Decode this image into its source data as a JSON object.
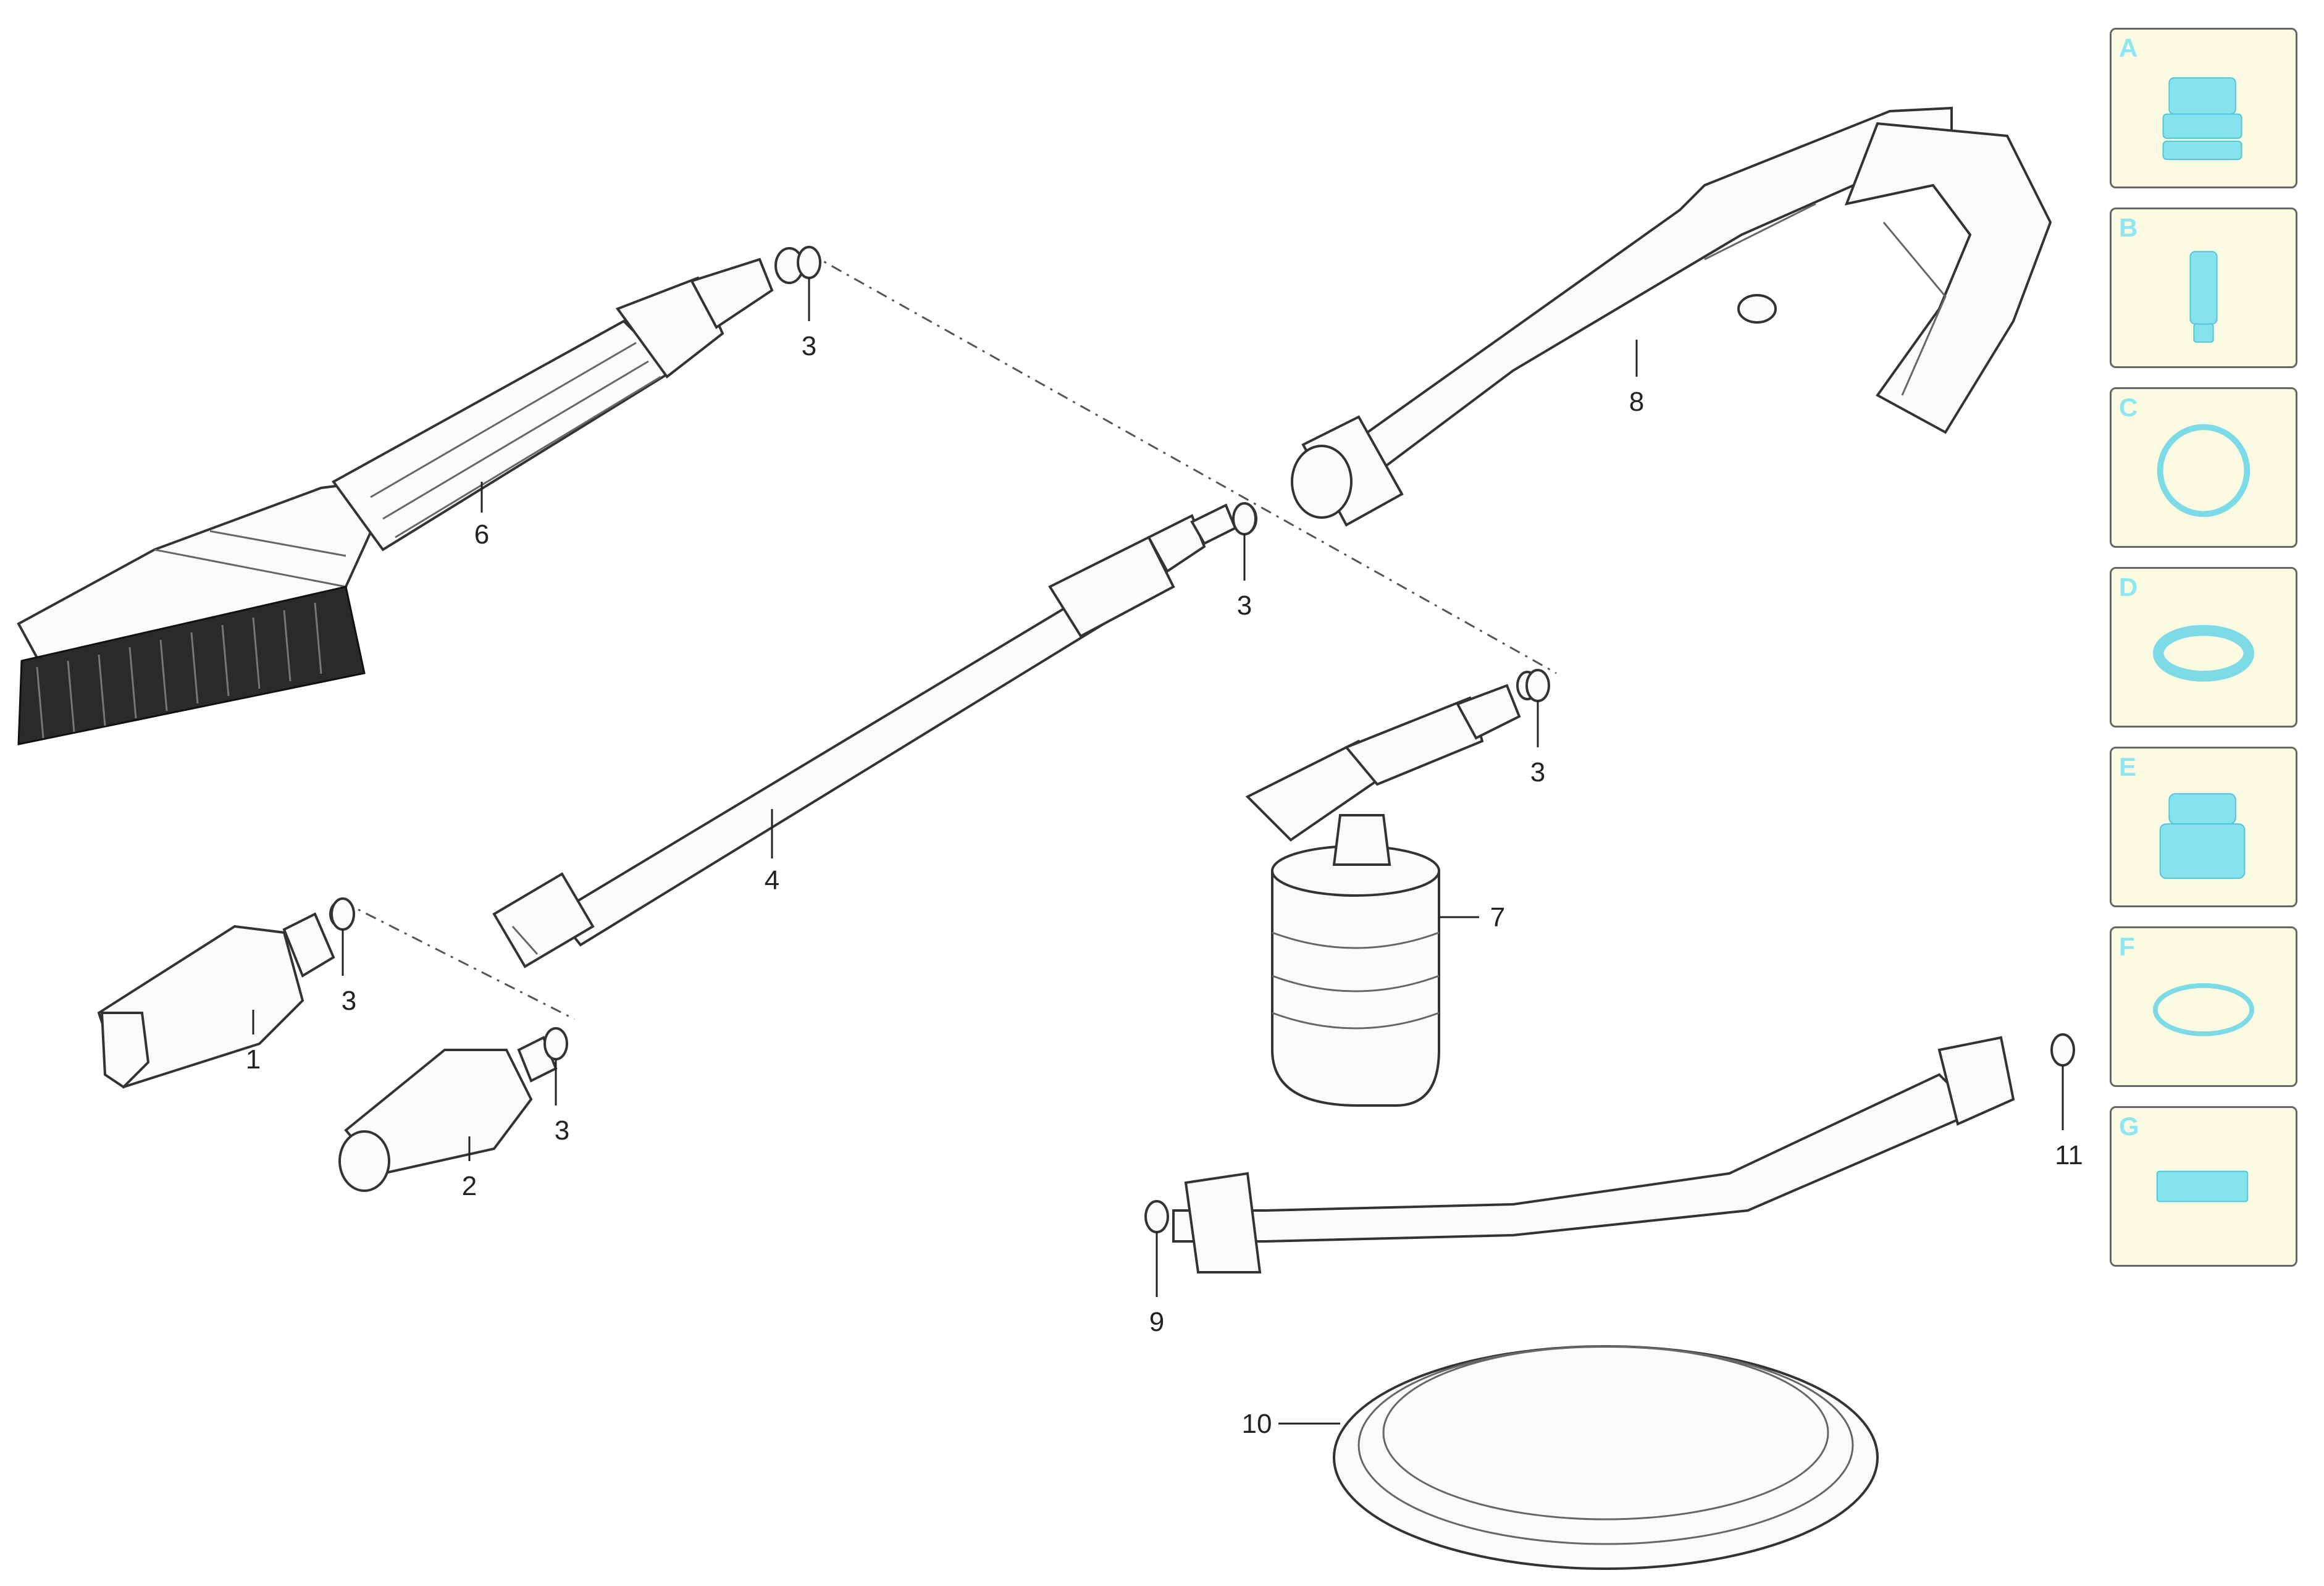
{
  "callouts": {
    "c1": "1",
    "c2": "2",
    "c3a": "3",
    "c3b": "3",
    "c3c": "3",
    "c3d": "3",
    "c3e": "3",
    "c4": "4",
    "c6": "6",
    "c7": "7",
    "c8": "8",
    "c9": "9",
    "c10": "10",
    "c11": "11"
  },
  "legend": [
    {
      "letter": "A",
      "icon": "nozzle-cap-icon"
    },
    {
      "letter": "B",
      "icon": "pin-icon"
    },
    {
      "letter": "C",
      "icon": "gasket-ring-icon"
    },
    {
      "letter": "D",
      "icon": "seal-ring-icon"
    },
    {
      "letter": "E",
      "icon": "coupling-icon"
    },
    {
      "letter": "F",
      "icon": "o-ring-icon"
    },
    {
      "letter": "G",
      "icon": "slide-block-icon"
    }
  ],
  "colors": {
    "legend_bg": "#fbfbe3",
    "legend_accent": "#86e3ee",
    "line": "#222222"
  }
}
